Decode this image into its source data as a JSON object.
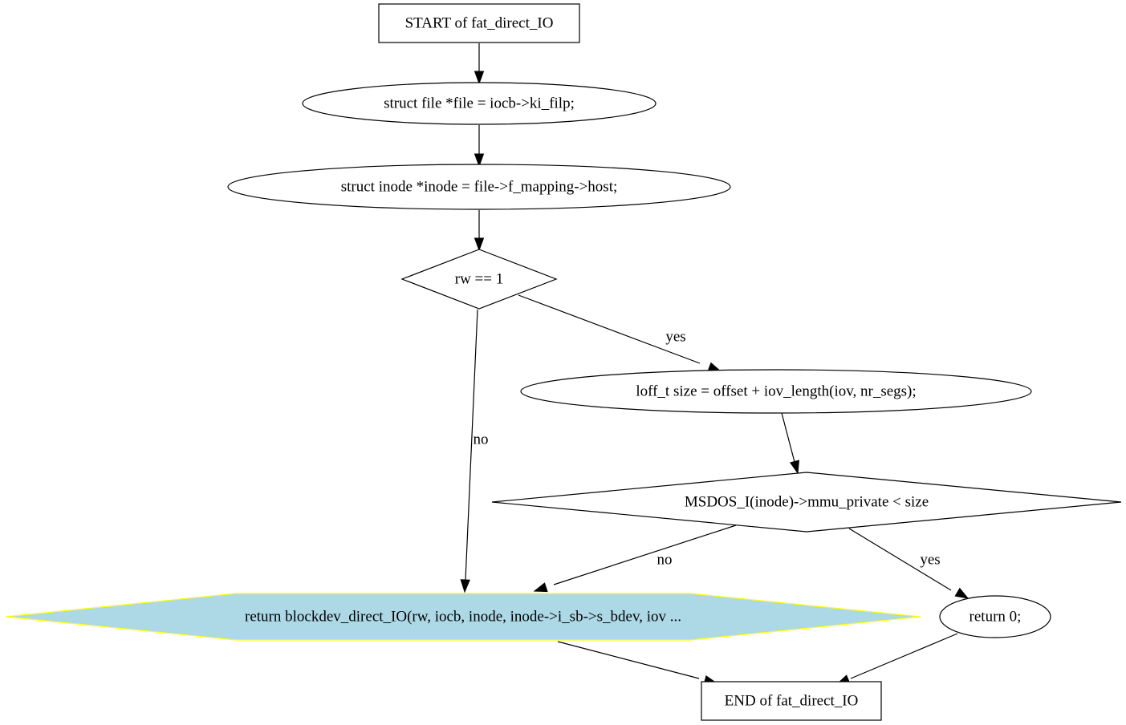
{
  "diagram": {
    "nodes": [
      {
        "id": "start",
        "label": "START of fat_direct_IO",
        "shape": "box"
      },
      {
        "id": "n1",
        "label": "struct file *file = iocb->ki_filp;",
        "shape": "ellipse"
      },
      {
        "id": "n2",
        "label": "struct inode *inode = file->f_mapping->host;",
        "shape": "ellipse"
      },
      {
        "id": "d1",
        "label": "rw == 1",
        "shape": "diamond"
      },
      {
        "id": "n3",
        "label": "loff_t size = offset + iov_length(iov, nr_segs);",
        "shape": "ellipse"
      },
      {
        "id": "d2",
        "label": "MSDOS_I(inode)->mmu_private < size",
        "shape": "diamond"
      },
      {
        "id": "ret_blk",
        "label": "return blockdev_direct_IO(rw, iocb, inode, inode->i_sb->s_bdev, iov ...",
        "shape": "hexagon"
      },
      {
        "id": "ret0",
        "label": "return 0;",
        "shape": "ellipse"
      },
      {
        "id": "end",
        "label": "END of fat_direct_IO",
        "shape": "box"
      }
    ],
    "edges": [
      {
        "from": "start",
        "to": "n1",
        "label": ""
      },
      {
        "from": "n1",
        "to": "n2",
        "label": ""
      },
      {
        "from": "n2",
        "to": "d1",
        "label": ""
      },
      {
        "from": "d1",
        "to": "n3",
        "label": "yes"
      },
      {
        "from": "d1",
        "to": "ret_blk",
        "label": "no"
      },
      {
        "from": "n3",
        "to": "d2",
        "label": ""
      },
      {
        "from": "d2",
        "to": "ret_blk",
        "label": "no"
      },
      {
        "from": "d2",
        "to": "ret0",
        "label": "yes"
      },
      {
        "from": "ret_blk",
        "to": "end",
        "label": ""
      },
      {
        "from": "ret0",
        "to": "end",
        "label": ""
      }
    ],
    "colors": {
      "hexagon_fill": "#add8e6",
      "hexagon_border": "#ffff00",
      "stroke": "#000000"
    }
  }
}
